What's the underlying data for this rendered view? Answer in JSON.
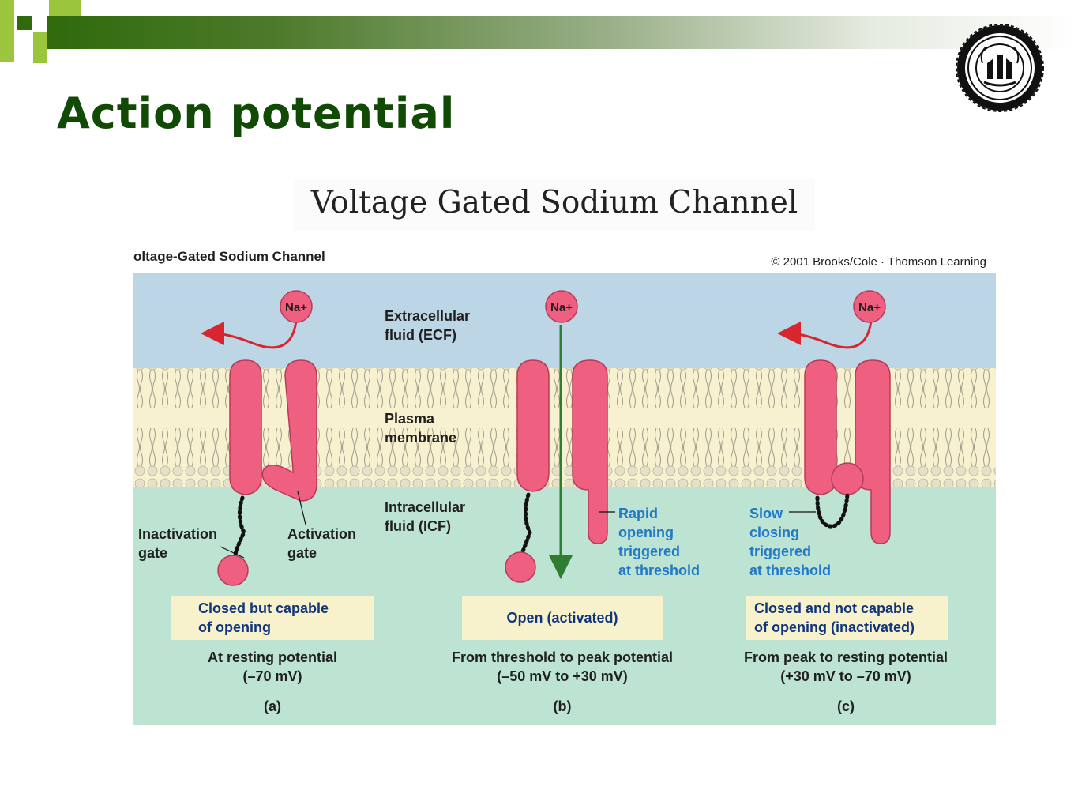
{
  "slide": {
    "title": "Action potential"
  },
  "logo": {
    "icon": "university-seal-icon",
    "color": "#111111"
  },
  "figure": {
    "title": "Voltage Gated Sodium Channel",
    "header_title": "oltage-Gated Sodium Channel",
    "copyright": "© 2001 Brooks/Cole · Thomson Learning",
    "ion_label": "Na+",
    "regions": {
      "ecf_line1": "Extracellular",
      "ecf_line2": "fluid (ECF)",
      "membrane_line1": "Plasma",
      "membrane_line2": "membrane",
      "icf_line1": "Intracellular",
      "icf_line2": "fluid (ICF)"
    },
    "gate_labels": {
      "inactivation_line1": "Inactivation",
      "inactivation_line2": "gate",
      "activation_line1": "Activation",
      "activation_line2": "gate"
    },
    "annotations": {
      "rapid": [
        "Rapid",
        "opening",
        "triggered",
        "at threshold"
      ],
      "slow": [
        "Slow",
        "closing",
        "triggered",
        "at threshold"
      ]
    },
    "panels": [
      {
        "state_line1": "Closed but capable",
        "state_line2": "of opening",
        "potential_line1": "At resting potential",
        "potential_line2": "(–70 mV)",
        "letter": "(a)"
      },
      {
        "state_line1": "Open (activated)",
        "potential_line1": "From threshold to peak potential",
        "potential_line2": "(–50 mV to +30 mV)",
        "letter": "(b)"
      },
      {
        "state_line1": "Closed and not capable",
        "state_line2": "of opening (inactivated)",
        "potential_line1": "From peak to resting potential",
        "potential_line2": "(+30 mV to –70 mV)",
        "letter": "(c)"
      }
    ],
    "colors": {
      "ecf": "#bcd6e6",
      "membrane": "#f7f1d0",
      "icf": "#bde3d3",
      "channel": "#ee5f80",
      "state_box": "#f8f2cc",
      "arrow_red": "#d9262e",
      "arrow_green": "#2f7d32"
    }
  }
}
